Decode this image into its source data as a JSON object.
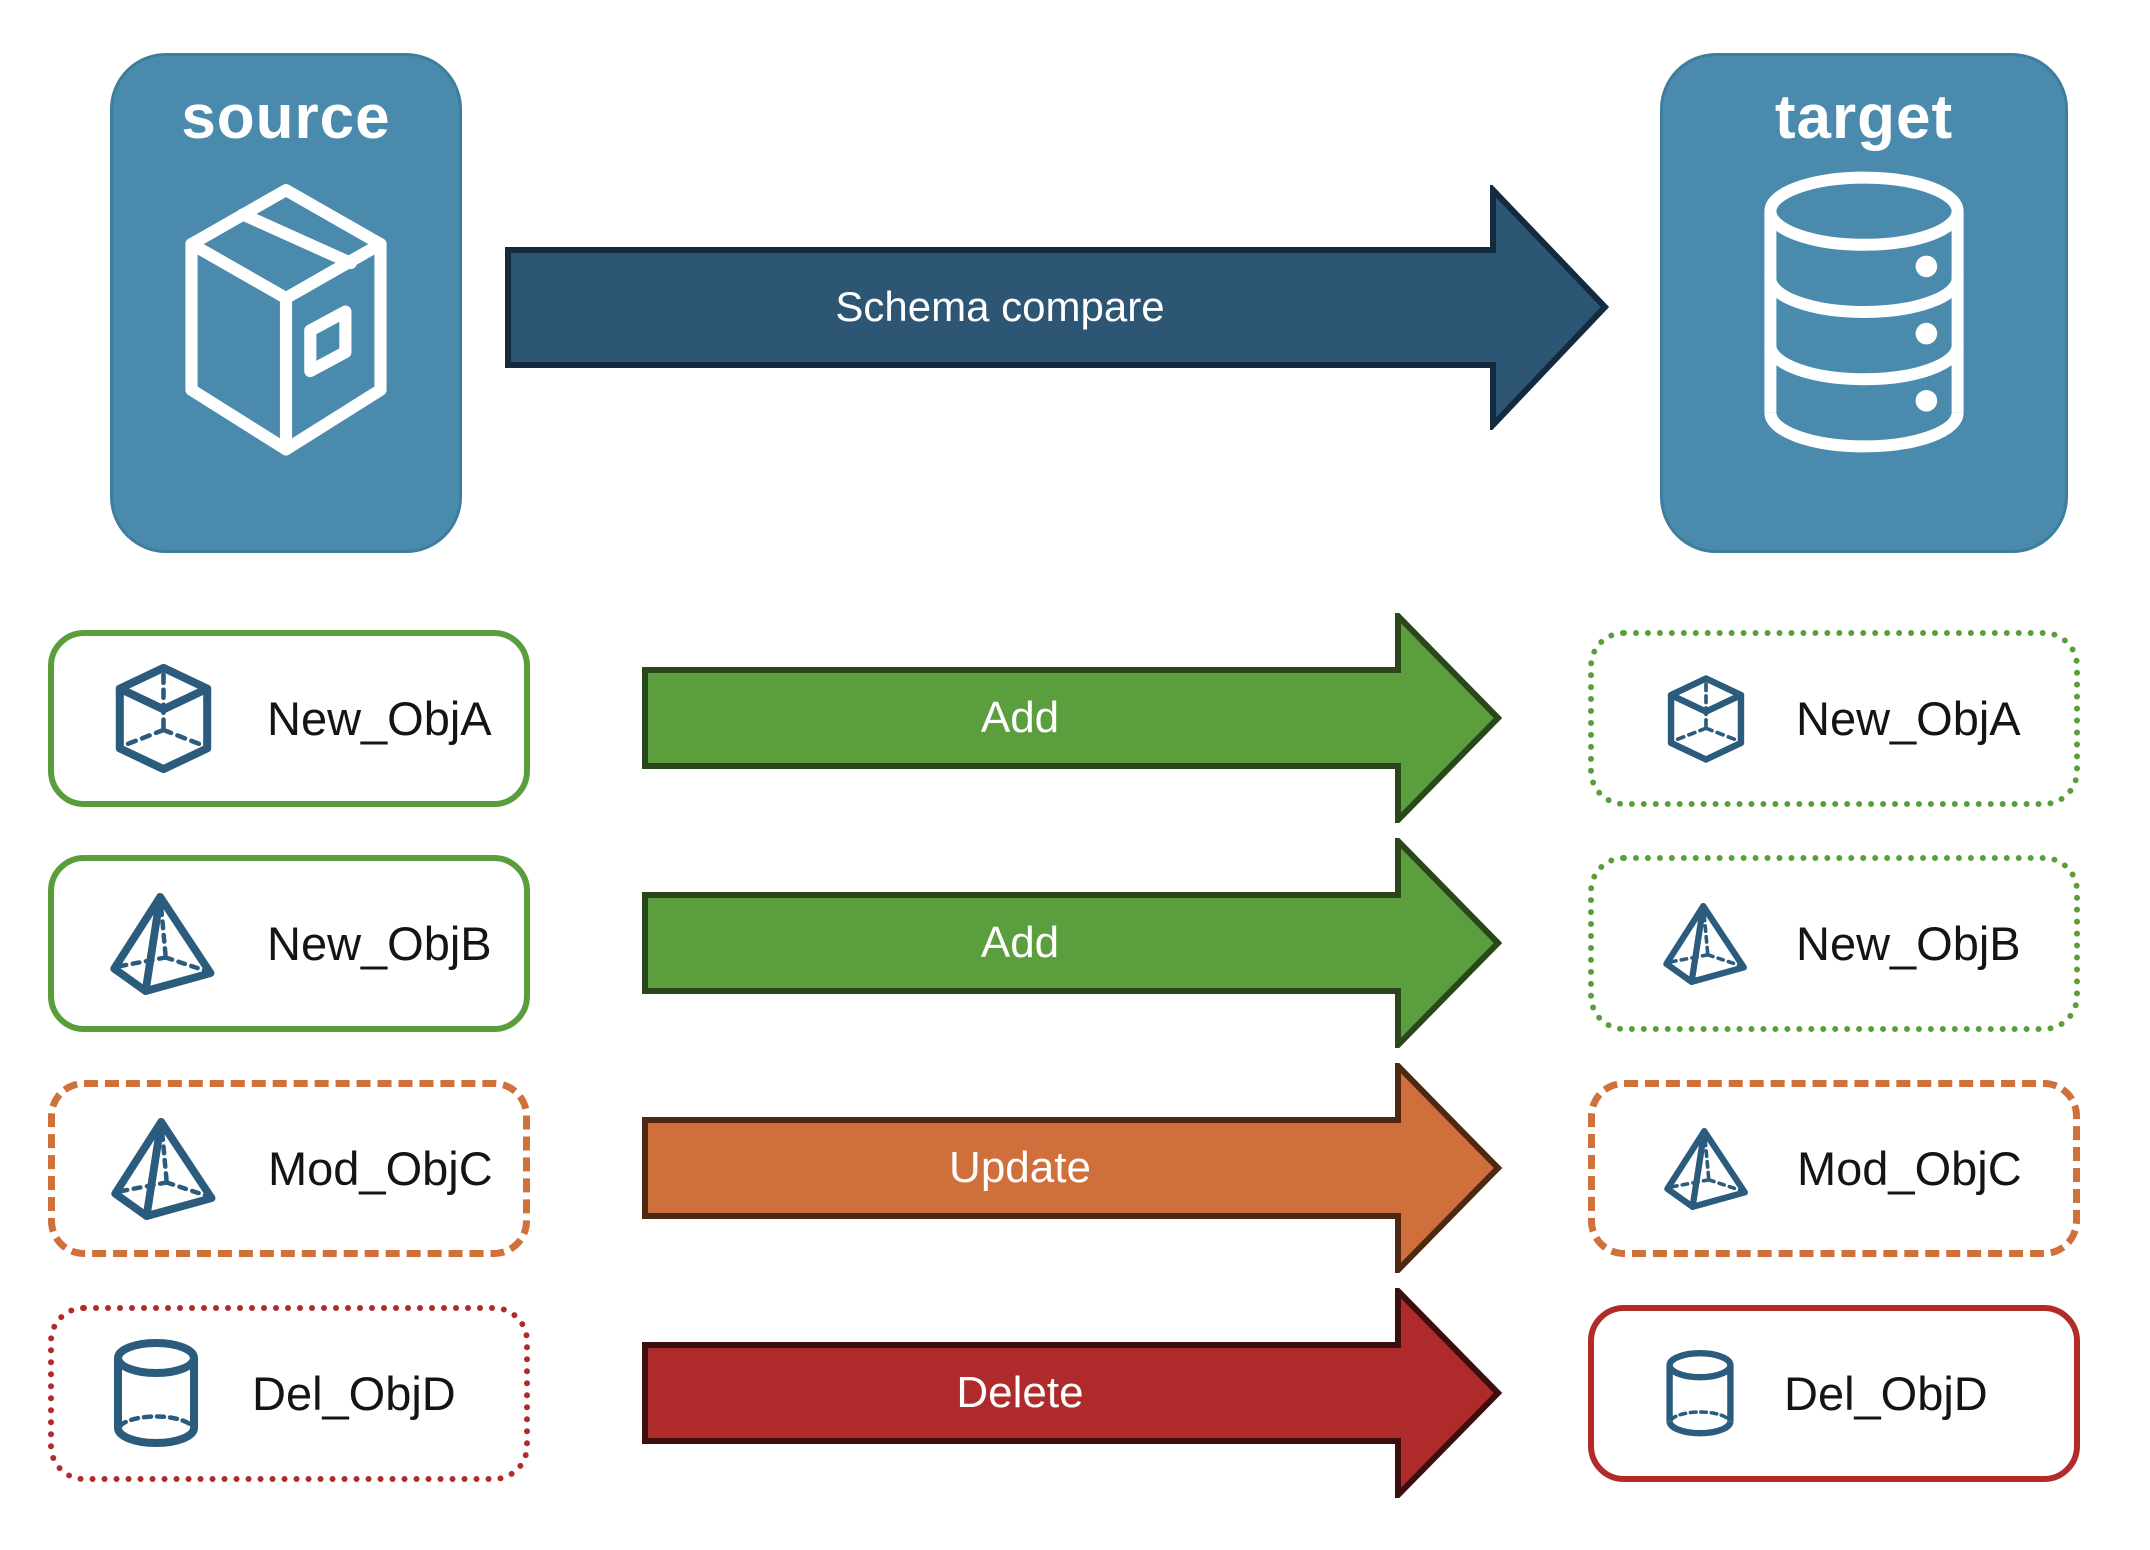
{
  "source_panel": {
    "label": "source",
    "icon": "package-box-icon"
  },
  "target_panel": {
    "label": "target",
    "icon": "database-icon"
  },
  "compare_arrow": {
    "label": "Schema compare"
  },
  "rows": [
    {
      "icon": "cube-icon",
      "source_label": "New_ObjA",
      "action": "Add",
      "target_label": "New_ObjA",
      "source_border_style": "solid-green",
      "target_border_style": "dotted-green"
    },
    {
      "icon": "pyramid-icon",
      "source_label": "New_ObjB",
      "action": "Add",
      "target_label": "New_ObjB",
      "source_border_style": "solid-green",
      "target_border_style": "dotted-green"
    },
    {
      "icon": "pyramid-icon",
      "source_label": "Mod_ObjC",
      "action": "Update",
      "target_label": "Mod_ObjC",
      "source_border_style": "dashed-orange",
      "target_border_style": "dashed-orange"
    },
    {
      "icon": "cylinder-icon",
      "source_label": "Del_ObjD",
      "action": "Delete",
      "target_label": "Del_ObjD",
      "source_border_style": "dotted-red",
      "target_border_style": "solid-red"
    }
  ],
  "colors": {
    "panel_blue": "#4A8BAD",
    "object_icon_blue": "#2B5C7E",
    "compare_navy": "#2D5574",
    "add_green": "#5B9E3D",
    "update_orange": "#CE6F3C",
    "delete_red": "#AF2B2B",
    "border_green": "#5A9E3C",
    "border_orange": "#D0703B",
    "border_red": "#B22B2B"
  }
}
